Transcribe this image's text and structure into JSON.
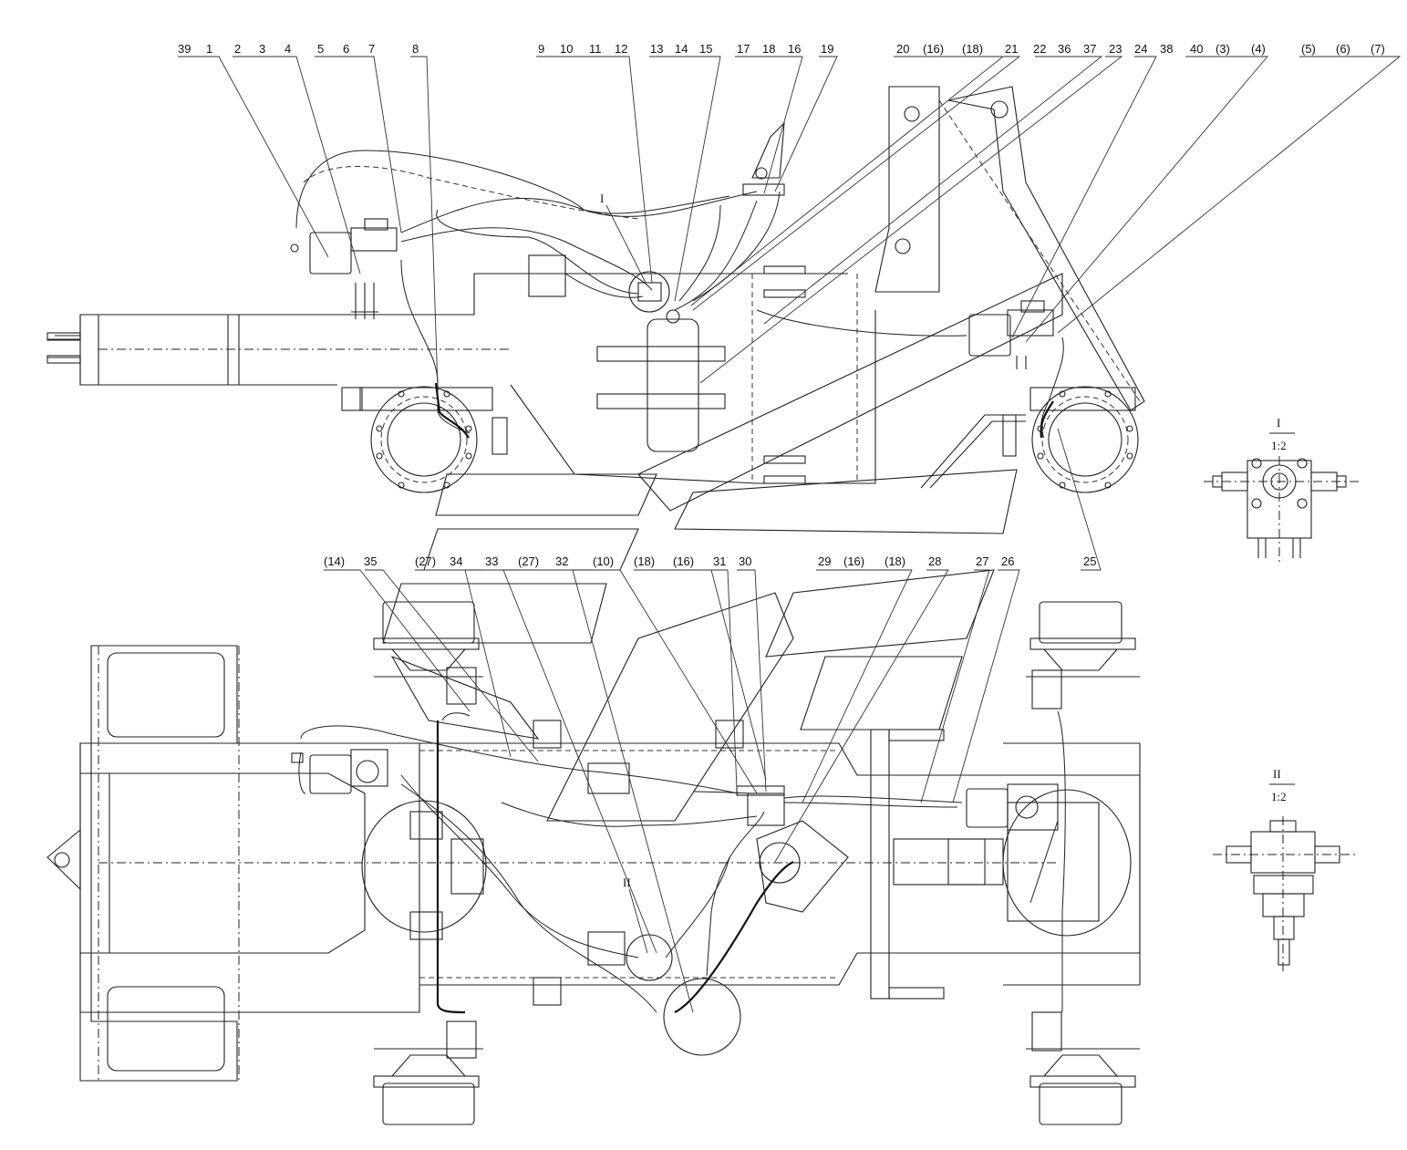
{
  "drawing": {
    "top_view_callouts": [
      "39",
      "1",
      "2",
      "3",
      "4",
      "5",
      "6",
      "7",
      "8",
      "9",
      "10",
      "11",
      "12",
      "13",
      "14",
      "15",
      "17",
      "18",
      "16",
      "19",
      "20",
      "(16)",
      "(18)",
      "21",
      "22",
      "36",
      "37",
      "23",
      "24",
      "38",
      "40",
      "(3)",
      "(4)",
      "(5)",
      "(6)",
      "(7)",
      "25"
    ],
    "bottom_view_callouts": [
      "(14)",
      "35",
      "(27)",
      "34",
      "33",
      "(27)",
      "32",
      "(10)",
      "(18)",
      "(16)",
      "31",
      "30",
      "29",
      "(16)",
      "(18)",
      "28",
      "27",
      "26"
    ],
    "detail_markers": {
      "marker_1": "I",
      "marker_2": "II"
    },
    "detail_views": [
      {
        "id": "I",
        "scale": "1:2"
      },
      {
        "id": "II",
        "scale": "1:2"
      }
    ]
  }
}
